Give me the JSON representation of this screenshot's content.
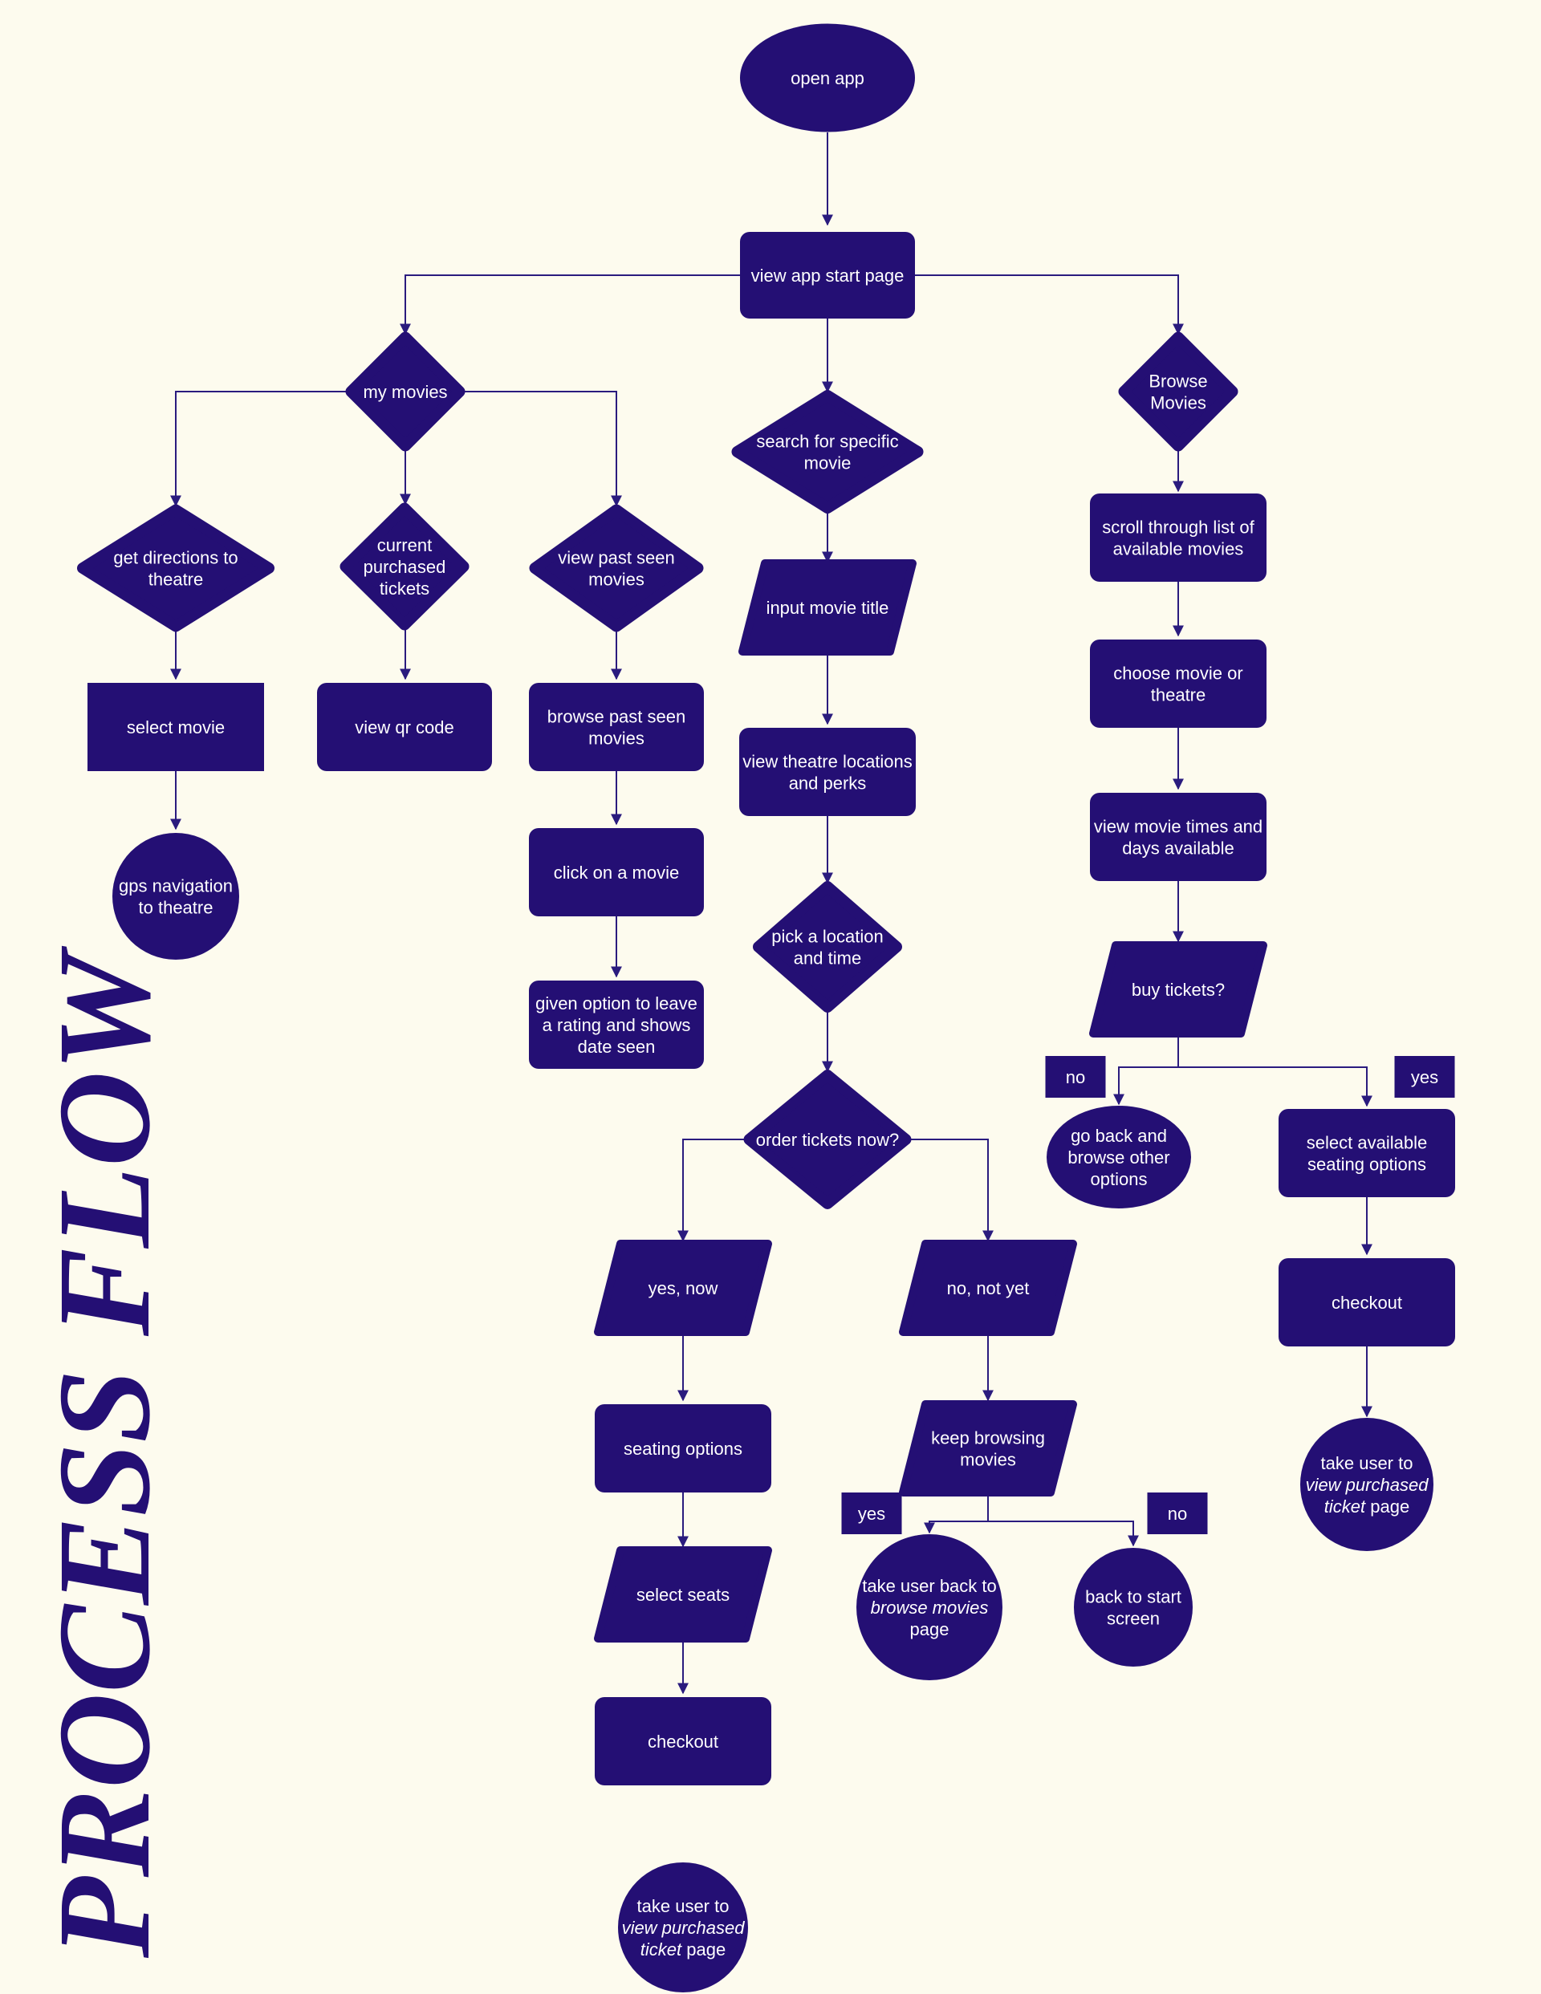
{
  "title": "PROCESS FLOW",
  "colors": {
    "background": "#fdfbee",
    "node": "#240f74",
    "edge": "#2a1b7e",
    "text": "#ffffff"
  },
  "nodes": [
    {
      "id": "open-app",
      "shape": "ellipse",
      "lines": [
        "open app"
      ]
    },
    {
      "id": "view-start",
      "shape": "rounded-rect",
      "lines": [
        "view app start page"
      ]
    },
    {
      "id": "my-movies",
      "shape": "diamond",
      "lines": [
        "my movies"
      ]
    },
    {
      "id": "search",
      "shape": "diamond",
      "lines": [
        "search for specific",
        "movie"
      ]
    },
    {
      "id": "browse",
      "shape": "diamond",
      "lines": [
        "Browse",
        "Movies"
      ]
    },
    {
      "id": "get-dir",
      "shape": "diamond",
      "lines": [
        "get directions to",
        "theatre"
      ]
    },
    {
      "id": "current-tix",
      "shape": "diamond",
      "lines": [
        "current",
        "purchased",
        "tickets"
      ]
    },
    {
      "id": "past-seen",
      "shape": "diamond",
      "lines": [
        "view past seen",
        "movies"
      ]
    },
    {
      "id": "select-movie",
      "shape": "rect",
      "lines": [
        "select movie"
      ]
    },
    {
      "id": "qr",
      "shape": "rounded-rect",
      "lines": [
        "view qr code"
      ]
    },
    {
      "id": "browse-past",
      "shape": "rounded-rect",
      "lines": [
        "browse past seen",
        "movies"
      ]
    },
    {
      "id": "gps",
      "shape": "circle",
      "lines": [
        "gps navigation",
        "to theatre"
      ]
    },
    {
      "id": "click-movie",
      "shape": "rounded-rect",
      "lines": [
        "click on a movie"
      ]
    },
    {
      "id": "rating",
      "shape": "rounded-rect",
      "lines": [
        "given option to leave",
        "a rating and shows",
        "date seen"
      ]
    },
    {
      "id": "input-title",
      "shape": "parallelogram",
      "lines": [
        "input movie title"
      ]
    },
    {
      "id": "theatre-loc",
      "shape": "rounded-rect",
      "lines": [
        "view theatre locations",
        "and perks"
      ]
    },
    {
      "id": "pick-loc",
      "shape": "diamond",
      "lines": [
        "pick a location",
        "and time"
      ]
    },
    {
      "id": "order-now",
      "shape": "diamond",
      "lines": [
        "order tickets now?"
      ]
    },
    {
      "id": "yes-now",
      "shape": "parallelogram",
      "lines": [
        "yes, now"
      ]
    },
    {
      "id": "no-not-yet",
      "shape": "parallelogram",
      "lines": [
        "no, not yet"
      ]
    },
    {
      "id": "seating-opts",
      "shape": "rounded-rect",
      "lines": [
        "seating options"
      ]
    },
    {
      "id": "keep-browsing",
      "shape": "parallelogram",
      "lines": [
        "keep browsing",
        "movies"
      ]
    },
    {
      "id": "select-seats",
      "shape": "parallelogram",
      "lines": [
        "select seats"
      ]
    },
    {
      "id": "checkout-mid",
      "shape": "rounded-rect",
      "lines": [
        "checkout"
      ]
    },
    {
      "id": "take-purchased-mid",
      "shape": "circle",
      "lines": [
        [
          {
            "t": "take user to"
          }
        ],
        [
          {
            "t": "view purchased",
            "i": true
          }
        ],
        [
          {
            "t": "ticket",
            "i": true
          },
          {
            "t": " page"
          }
        ]
      ]
    },
    {
      "id": "yes-label-kb",
      "shape": "rect",
      "lines": [
        "yes"
      ]
    },
    {
      "id": "no-label-kb",
      "shape": "rect",
      "lines": [
        "no"
      ]
    },
    {
      "id": "take-browse",
      "shape": "circle",
      "lines": [
        [
          {
            "t": "take user back to"
          }
        ],
        [
          {
            "t": "browse movies",
            "i": true
          }
        ],
        [
          {
            "t": "page"
          }
        ]
      ]
    },
    {
      "id": "back-start",
      "shape": "circle",
      "lines": [
        "back to start",
        "screen"
      ]
    },
    {
      "id": "scroll-list",
      "shape": "rounded-rect",
      "lines": [
        "scroll through list of",
        "available movies"
      ]
    },
    {
      "id": "choose-movie",
      "shape": "rounded-rect",
      "lines": [
        "choose movie or",
        "theatre"
      ]
    },
    {
      "id": "movie-times",
      "shape": "rounded-rect",
      "lines": [
        "view movie times and",
        "days available"
      ]
    },
    {
      "id": "buy-tix",
      "shape": "parallelogram",
      "lines": [
        "buy tickets?"
      ]
    },
    {
      "id": "no-label-bt",
      "shape": "rect",
      "lines": [
        "no"
      ]
    },
    {
      "id": "yes-label-bt",
      "shape": "rect",
      "lines": [
        "yes"
      ]
    },
    {
      "id": "go-back",
      "shape": "ellipse",
      "lines": [
        "go back and",
        "browse other",
        "options"
      ]
    },
    {
      "id": "seat-select",
      "shape": "rounded-rect",
      "lines": [
        "select available",
        "seating options"
      ]
    },
    {
      "id": "checkout-right",
      "shape": "rounded-rect",
      "lines": [
        "checkout"
      ]
    },
    {
      "id": "take-purchased-right",
      "shape": "circle",
      "lines": [
        [
          {
            "t": "take user to"
          }
        ],
        [
          {
            "t": "view purchased",
            "i": true
          }
        ],
        [
          {
            "t": "ticket",
            "i": true
          },
          {
            "t": " page"
          }
        ]
      ]
    }
  ]
}
